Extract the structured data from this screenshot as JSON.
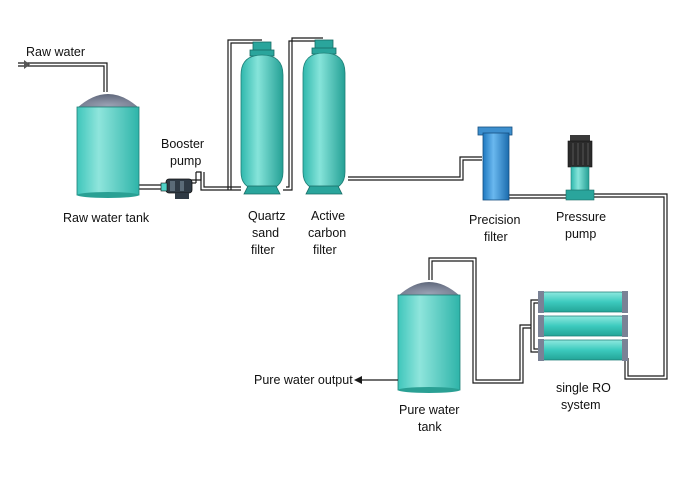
{
  "labels": {
    "raw_water": "Raw water",
    "raw_water_tank": "Raw water tank",
    "booster_pump": [
      "Booster",
      "pump"
    ],
    "quartz_sand_filter": [
      "Quartz",
      "sand",
      "filter"
    ],
    "active_carbon_filter": [
      "Active",
      "carbon",
      "filter"
    ],
    "precision_filter": [
      "Precision",
      "filter"
    ],
    "pressure_pump": [
      "Pressure",
      "pump"
    ],
    "single_ro_system": [
      "single RO",
      "system"
    ],
    "pure_water_tank": [
      "Pure water",
      "tank"
    ],
    "pure_water_output": "Pure water output"
  },
  "colors": {
    "tank_fill": "#4fd1c7",
    "tank_highlight": "#9ee8e0",
    "tank_dome": "#7a8296",
    "vessel_fill": "#3cc8bd",
    "vessel_cap": "#2aa59c",
    "precision_fill": "#2a8fd6",
    "pipe": "#1a1a1a",
    "pump_body": "#2f3a45",
    "ro_membrane": "#3ecfc3"
  }
}
